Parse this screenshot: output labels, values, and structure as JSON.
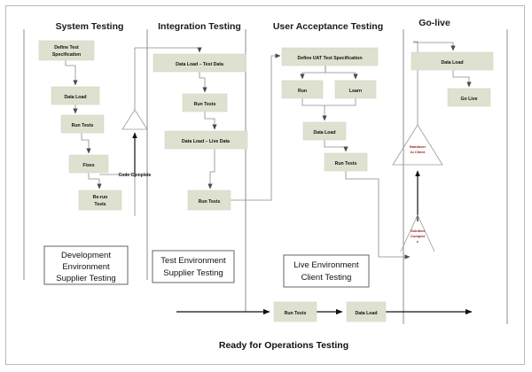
{
  "diagram": {
    "title": "Ready for Operations Testing",
    "colors": {
      "node_fill": "#dee1cf",
      "node_stroke": "#d4d8c3",
      "connector": "#8a8a8a",
      "connector_dark": "#111111",
      "divider": "#8d8d8d",
      "gate_text": "#8b1a11",
      "frame": "#b9b9b9",
      "text": "#111111"
    },
    "phases": [
      {
        "id": "system",
        "label": "System Testing"
      },
      {
        "id": "integration",
        "label": "Integration Testing"
      },
      {
        "id": "uat",
        "label": "User Acceptance Testing"
      },
      {
        "id": "golive",
        "label": "Go-live"
      }
    ],
    "nodes": {
      "sys_define": "Define Test\nSpecification",
      "sys_define_l1": "Define Test",
      "sys_define_l2": "Specification",
      "sys_dataload": "Data Load",
      "sys_runtests": "Run Tests",
      "sys_fixes": "Fixes",
      "sys_rerun_l1": "Re-run",
      "sys_rerun_l2": "Tests",
      "int_dataload_test": "Data Load  –  Test Data",
      "int_runtests1": "Run Tests",
      "int_dataload_live": "Data Load  –  Live Data",
      "int_runtests2": "Run Tests",
      "uat_define": "Define UAT Test Specification",
      "uat_run": "Run",
      "uat_learn": "Learn",
      "uat_dataload": "Data Load",
      "uat_runtests": "Run Tests",
      "gl_dataload": "Data Load",
      "gl_golive": "Go Live",
      "ops_runtests": "Run Tests",
      "ops_dataload": "Data Load"
    },
    "gates": {
      "system_gate": "",
      "handover_l1": "Handover",
      "handover_l2": "to Client",
      "solution_l1": "Solution",
      "solution_l2": "Complet",
      "solution_l3": "e"
    },
    "edge_labels": {
      "code_complete": "Code Complete"
    },
    "legends": [
      {
        "id": "development",
        "lines": [
          "Development",
          "Environment",
          "Supplier Testing"
        ]
      },
      {
        "id": "test",
        "lines": [
          "Test Environment",
          "Supplier Testing"
        ]
      },
      {
        "id": "live",
        "lines": [
          "Live Environment",
          "Client Testing"
        ]
      }
    ]
  }
}
